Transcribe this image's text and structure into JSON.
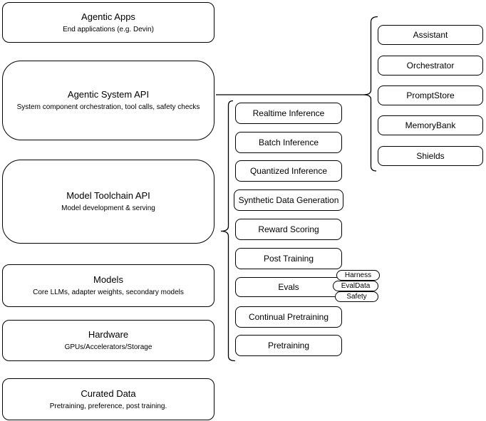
{
  "diagram": {
    "background_color": "#ffffff",
    "stroke_color": "#000000",
    "text_color": "#000000",
    "left_stack": [
      {
        "title": "Agentic Apps",
        "subtitle": "End applications (e.g. Devin)"
      },
      {
        "title": "Agentic System API",
        "subtitle": "System component orchestration, tool calls, safety checks"
      },
      {
        "title": "Model Toolchain API",
        "subtitle": "Model development & serving"
      },
      {
        "title": "Models",
        "subtitle": "Core LLMs, adapter weights, secondary models"
      },
      {
        "title": "Hardware",
        "subtitle": "GPUs/Accelerators/Storage"
      },
      {
        "title": "Curated Data",
        "subtitle": "Pretraining, preference, post training."
      }
    ],
    "toolchain_items": [
      {
        "label": "Realtime Inference"
      },
      {
        "label": "Batch Inference"
      },
      {
        "label": "Quantized Inference"
      },
      {
        "label": "Synthetic Data Generation"
      },
      {
        "label": "Reward Scoring"
      },
      {
        "label": "Post Training"
      },
      {
        "label": "Evals"
      },
      {
        "label": "Continual Pretraining"
      },
      {
        "label": "Pretraining"
      }
    ],
    "evals_tags": [
      {
        "label": "Harness"
      },
      {
        "label": "EvalData"
      },
      {
        "label": "Safety"
      }
    ],
    "system_components": [
      {
        "label": "Assistant"
      },
      {
        "label": "Orchestrator"
      },
      {
        "label": "PromptStore"
      },
      {
        "label": "MemoryBank"
      },
      {
        "label": "Shields"
      }
    ]
  }
}
